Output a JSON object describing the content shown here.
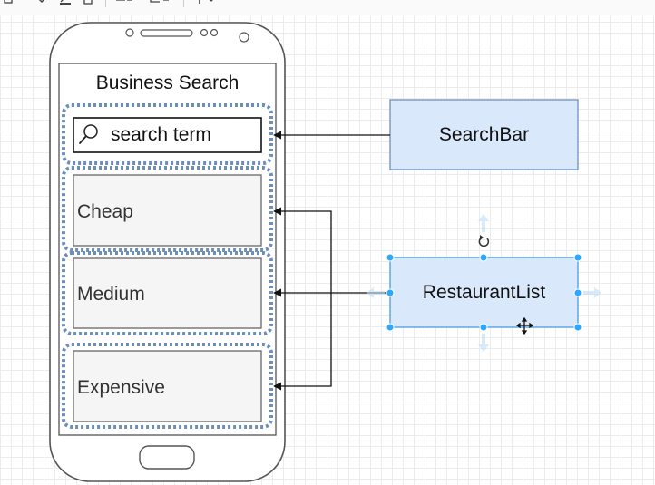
{
  "toolbar": {
    "icons": [
      "shape-icon",
      "fill-icon",
      "line-color-icon",
      "shadow-icon",
      "waypoint-icon",
      "connector-icon",
      "insert-icon"
    ]
  },
  "phone": {
    "title": "Business Search",
    "search_placeholder": "search term",
    "icons": [
      "search-icon",
      "camera-icon",
      "home-button-icon"
    ],
    "list_items": [
      "Cheap",
      "Medium",
      "Expensive"
    ]
  },
  "components": {
    "search_bar": "SearchBar",
    "restaurant_list": "RestaurantList"
  },
  "selection": {
    "selected": "RestaurantList",
    "icons": [
      "rotate-icon",
      "move-icon",
      "arrow-left-icon",
      "arrow-right-icon",
      "arrow-up-icon",
      "arrow-down-icon"
    ]
  },
  "colors": {
    "component_fill": "#dae8fc",
    "component_stroke": "#6c8ebf",
    "dotted_group": "#6c8ebf",
    "selection_handle": "#29a9ff",
    "phone_stroke": "#555555",
    "list_item_fill": "#f5f5f5"
  }
}
